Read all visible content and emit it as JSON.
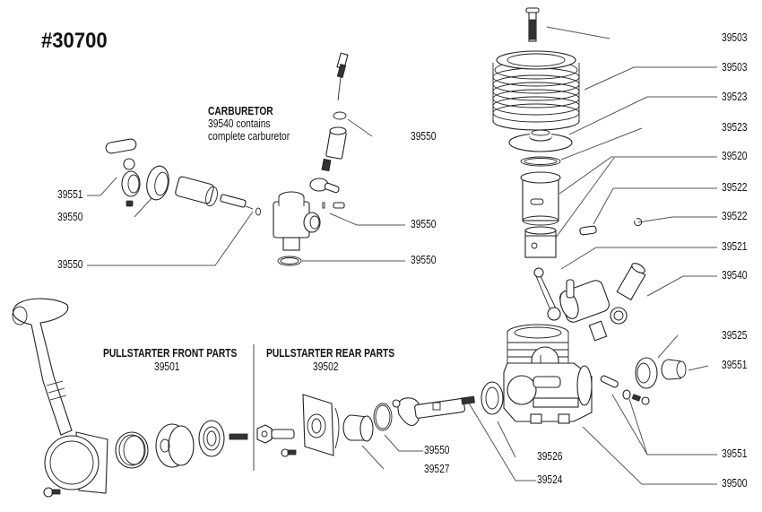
{
  "diagram": {
    "title": "#30700",
    "sections": {
      "carburetor": {
        "heading": "CARBURETOR",
        "line1": "39540 contains",
        "line2": "complete carburetor"
      },
      "pullstarter_front": {
        "heading": "PULLSTARTER FRONT PARTS",
        "part": "39501"
      },
      "pullstarter_rear": {
        "heading": "PULLSTARTER REAR PARTS",
        "part": "39502"
      }
    },
    "right_labels": [
      "39503",
      "39503",
      "39523",
      "39523",
      "39520",
      "39522",
      "39522",
      "39521",
      "39540",
      "39525",
      "39551",
      "39551",
      "39500"
    ],
    "carb_labels": {
      "needle_oring": "39550",
      "side_oring": "39550",
      "bottom_oring": "39550",
      "left_swivel": "39551",
      "left_bearing": "39550",
      "left_oring": "39550"
    },
    "bottom_labels": {
      "rear_oring": "39550",
      "rear_nut": "39527",
      "crankshaft": "39524",
      "front_bearing": "39526"
    }
  }
}
